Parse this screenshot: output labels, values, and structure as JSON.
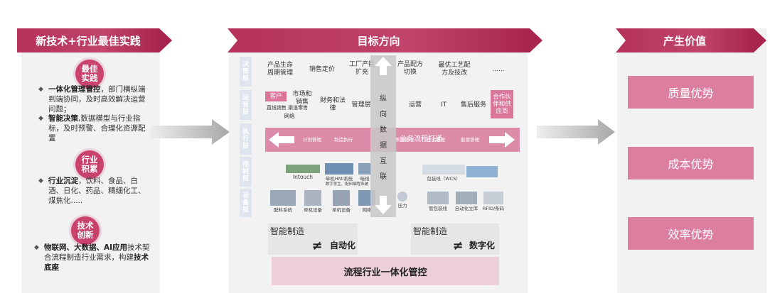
{
  "left": {
    "header": "新技术+行业最佳实践",
    "sections": [
      {
        "badge": "最佳实践",
        "bullets": [
          {
            "bold": "一体化管理管控",
            "text": "，部门横纵端到端协同，及时高效解决运营问题；"
          },
          {
            "bold": "智能决策",
            "text": ",数据模型与行业指标，及时预警、合理化资源配置"
          }
        ]
      },
      {
        "badge": "行业积累",
        "bullets": [
          {
            "bold": "行业沉淀",
            "text": "，饮料、食品、白酒、日化、药品、精细化工、煤焦化....."
          }
        ]
      },
      {
        "badge": "技术创新",
        "bullets": [
          {
            "bold": "物联网、大数据、AI应用",
            "text": "技术契合流程制造行业需求，构建",
            "bold2": "技术底座"
          }
        ]
      }
    ]
  },
  "center": {
    "header": "目标方向",
    "layers": [
      "决策层",
      "运营层",
      "执行层",
      "控制层",
      "设备层"
    ],
    "decision": [
      "产品生命周期管理",
      "销售定价",
      "工厂产能扩充",
      "产品配方切换",
      "最优工艺配方及技改",
      "......"
    ],
    "operation": {
      "pink_left_top": "客户",
      "pink_left_bottom": "直线销售 渠道零售",
      "items": [
        "市场和销售",
        "网络",
        "财务和法律",
        "管理层",
        "运营",
        "IT",
        "售后服务"
      ],
      "pink_right": "合作伙伴和供应商"
    },
    "execution": [
      "计划管理",
      "制造执行",
      "质量管理",
      "仓储管理",
      "能源管理"
    ],
    "execution_banner": "业务流程打通",
    "control": [
      "Intouch",
      "单机HMI系统",
      "数字孪生、配料编程系统",
      "暗线",
      "包装线（WCS）"
    ],
    "equipment": [
      "配料系统",
      "单机设备",
      "单机设备",
      "网络",
      "压力",
      "管包装线",
      "自动化立库",
      "RFID/条码"
    ],
    "data_column": "纵向数据互联",
    "box_left": {
      "top": "智能制造",
      "neq": "≠",
      "bottom": "自动化"
    },
    "box_right": {
      "top": "智能制造",
      "neq": "≠",
      "bottom": "数字化"
    },
    "footer": "流程行业一体化管控"
  },
  "right": {
    "header": "产生价值",
    "values": [
      "质量优势",
      "成本优势",
      "效率优势"
    ]
  }
}
